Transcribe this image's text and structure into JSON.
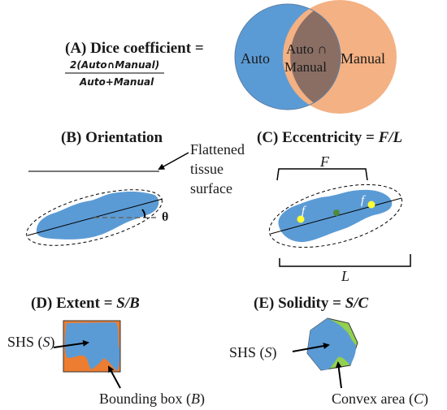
{
  "colors": {
    "auto_blue": "#5b9bd5",
    "manual_orange": "#f4b183",
    "overlap_brown": "#8a6e64",
    "bounding_orange": "#ed7d31",
    "convex_green": "#92d050",
    "focus_yellow": "#ffff33",
    "center_green": "#4e8a3c",
    "stroke_dark": "#222222"
  },
  "panel_a": {
    "label": "(A) Dice coefficient =",
    "numerator": "2(Auto∩Manual)",
    "denominator": "Auto+Manual",
    "venn_left": "Auto",
    "venn_overlap_line1": "Auto ∩",
    "venn_overlap_line2": "Manual",
    "venn_right": "Manual"
  },
  "panel_b": {
    "label": "(B) Orientation",
    "surface_line1": "Flattened",
    "surface_line2": "tissue",
    "surface_line3": "surface",
    "angle": "θ"
  },
  "panel_c": {
    "label_prefix": "(C) Eccentricity = ",
    "label_formula": "F/L",
    "F": "F",
    "L": "L",
    "f": "f"
  },
  "panel_d": {
    "label_prefix": "(D) Extent = ",
    "label_formula": "S/B",
    "shs": "SHS (",
    "shs_var": "S",
    "close": ")",
    "bbox": "Bounding box (",
    "bbox_var": "B"
  },
  "panel_e": {
    "label_prefix": "(E) Solidity = ",
    "label_formula": "S/C",
    "shs": "SHS (",
    "shs_var": "S",
    "close": ")",
    "convex": "Convex area (",
    "convex_var": "C"
  }
}
